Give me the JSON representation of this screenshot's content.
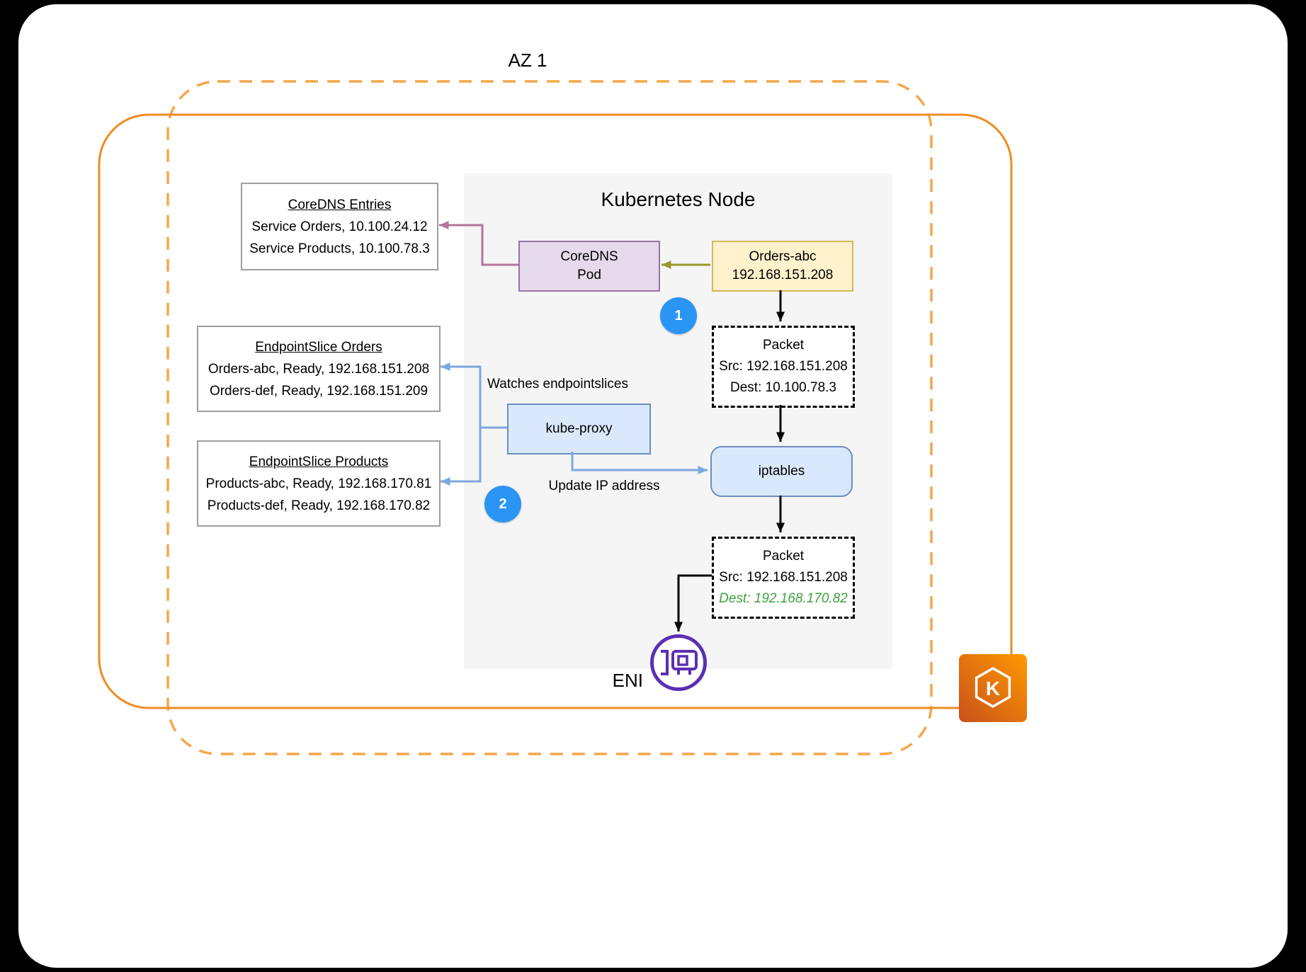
{
  "colors": {
    "az_border": "#f6a64a",
    "subnet_border": "#ef8c20",
    "node_bg": "#f5f5f5",
    "info_border": "#9e9e9e",
    "purple_fill": "#e6d9ec",
    "purple_border": "#9673a6",
    "yellow_fill": "#fff2cc",
    "yellow_border": "#d6b656",
    "blue_fill": "#dae8fc",
    "blue_border": "#6c8ebf",
    "blue_arrow": "#7ea6e0",
    "step_blue": "#2b95f5",
    "magenta_arrow": "#b5739d",
    "olive_arrow": "#98982a",
    "green_dest": "#3da33d",
    "eni_purple": "#5b2fb4",
    "eks_orange_1": "#c8511b",
    "eks_orange_2": "#ff9900"
  },
  "diagram": {
    "az_label": "AZ 1",
    "node_title": "Kubernetes Node",
    "coredns_entries": {
      "title": "CoreDNS Entries",
      "line1": "Service Orders, 10.100.24.12",
      "line2": "Service Products, 10.100.78.3"
    },
    "endpointslice_orders": {
      "title": "EndpointSlice Orders",
      "line1": "Orders-abc, Ready, 192.168.151.208",
      "line2": "Orders-def, Ready, 192.168.151.209"
    },
    "endpointslice_products": {
      "title": "EndpointSlice Products",
      "line1": "Products-abc, Ready, 192.168.170.81",
      "line2": "Products-def, Ready, 192.168.170.82"
    },
    "coredns_pod": {
      "line1": "CoreDNS",
      "line2": "Pod"
    },
    "orders_pod": {
      "line1": "Orders-abc",
      "line2": "192.168.151.208"
    },
    "kube_proxy": {
      "label": "kube-proxy"
    },
    "iptables": {
      "label": "iptables"
    },
    "packet_before": {
      "title": "Packet",
      "src": "Src: 192.168.151.208",
      "dest": "Dest: 10.100.78.3"
    },
    "packet_after": {
      "title": "Packet",
      "src": "Src: 192.168.151.208",
      "dest": "Dest: 192.168.170.82"
    },
    "annotations": {
      "watches": "Watches endpointslices",
      "update_ip": "Update IP address"
    },
    "steps": {
      "one": "1",
      "two": "2"
    },
    "eni_label": "ENI",
    "eks_letter": "K"
  }
}
